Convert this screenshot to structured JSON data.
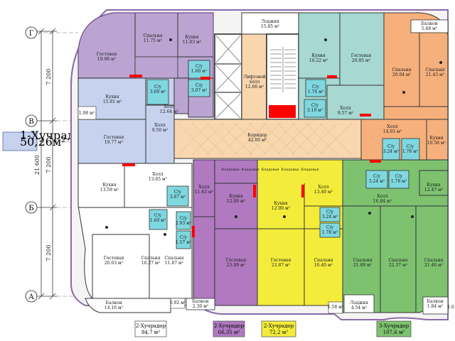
{
  "dimensions": {
    "total": "21 600",
    "spans": [
      "7 200",
      "7 200",
      "7 200"
    ]
  },
  "axes": [
    "Г",
    "В",
    "Б",
    "А"
  ],
  "colors": {
    "apt1": "#c6d2ee",
    "apt2_left": "#ffffff",
    "apt2_violet": "#b079c0",
    "apt2_purple_top": "#bba4d2",
    "apt2_yellow": "#f4ec3a",
    "apt3_green": "#7ec270",
    "apt_teal": "#a7d8d2",
    "apt_orange": "#f6b07c",
    "corridor": "#f8d6ae",
    "wet": "#7fd8e0",
    "heat": "#ff0000",
    "shaft": "#ffffff"
  },
  "rooms": {
    "r_guest_tl": "Гостевая\n19.98 м²",
    "r_bed_tl": "Спальня\n11.75 м²",
    "r_kitchen_tl": "Кухня\n11.03 м²",
    "r_hall_tl": "Холл\n12.64 м²",
    "r_bath_tl1": "С/у\n1.60 м²",
    "r_bath_tl2": "С/у\n3.07 м²",
    "r_loggia_top": "Лоджия\n15.85 м²",
    "r_lift": "Лифтовой\nхолл\n12.66 м²",
    "r_kitchen_tr": "Кухня\n16.22 м²",
    "r_guest_tr": "Гостевая\n20.85 м²",
    "r_bath_tr": "С/у\n1.74 м²",
    "r_hall_tr": "Холл\n9.57 м²",
    "r_bath_tr2": "С/у\n3.19 м²",
    "r_bed_r1": "Спальня\n20.04 м²",
    "r_bed_r2": "Спальня\n21.43 м²",
    "r_balcony_r": "Балкон\n5.48 м²",
    "r_kitchen_l": "Кухня\n15.81 м²",
    "r_bath_l": "С/у\n3.60 м²",
    "r_hall_l": "Холл\n9.50 м²",
    "r_guest_l": "Гостевая\n19.77 м²",
    "r_small_l": "1.98 м²",
    "r_corridor": "Коридор\n42.00 м²",
    "r_hall_r": "Холл\n14.03 м²",
    "r_bath_r1": "С/у\n3.24 м²",
    "r_bath_r2": "С/у\n1.78 м²",
    "r_kitchen_r": "Кухня\n10.56 м²",
    "r_storage": [
      "Кладовая",
      "Кладовая",
      "Кладовая",
      "Кладовая",
      "Кладовая",
      "Кладовая"
    ],
    "r_kitchen_bl": "Кухня\n13.59 м²",
    "r_hall_bl": "Холл\n13.65 м²",
    "r_bath_bl1": "С/у\n3.87 м²",
    "r_bath_bl2": "С/у\n1.60 м²",
    "r_bath_bl3": "С/у\n2.93 м²",
    "r_bath_bl4": "С/у\n1.57 м²",
    "r_hall_v": "Холл\n11.63 м²",
    "r_guest_bl": "Гостевая\n20.63 м²",
    "r_bed_bl": "Спальня\n16.27 м²",
    "r_bed_v": "Спальня\n11.87 м²",
    "r_kitchen_v": "Кухня\n12.00 м²",
    "r_guest_v": "Гостевая\n23.09 м²",
    "r_kitchen_y": "Кухня\n12.00 м²",
    "r_hall_y": "Холл\n13.40 м²",
    "r_bath_y1": "С/у\n3.24 м²",
    "r_bath_y2": "С/у\n1.78 м²",
    "r_guest_y": "Гостевая\n23.87 м²",
    "r_bed_y": "Спальня\n16.40 м²",
    "r_bath_g1": "С/у\n3.24 м²",
    "r_bath_g2": "С/у\n1.78 м²",
    "r_hall_g": "Холл\n16.84 м²",
    "r_kitchen_g": "Кухня\n12.47 м²",
    "r_bed_g1": "Спальня\n21.69 м²",
    "r_bed_g2": "Спальня\n22.37 м²",
    "r_bed_g3": "Спальня\n21.46 м²",
    "r_loggia_g": "Лоджия\n4.54 м²",
    "r_balcony_bl": "Балкон\n14.16 м²",
    "r_balcony_b2": "Балкон\n2.30 м²",
    "r_balcony_small": "0.92 м²",
    "r_small_bottom": "1.58 м²",
    "r_balcony_br": "Балкон\n1.84 м²",
    "r_small_br": "1.6"
  },
  "labels": {
    "apt1": "1-Хучрадор\n50,26м²",
    "apt2a": "2-Хучрадор\n84,7 м²",
    "apt2b": "2-Хучрадор\n66,35 м²",
    "apt2c": "2-Хучрадор\n72,2 м²",
    "apt3": "3-Хучрадор\n107,6 м²"
  }
}
